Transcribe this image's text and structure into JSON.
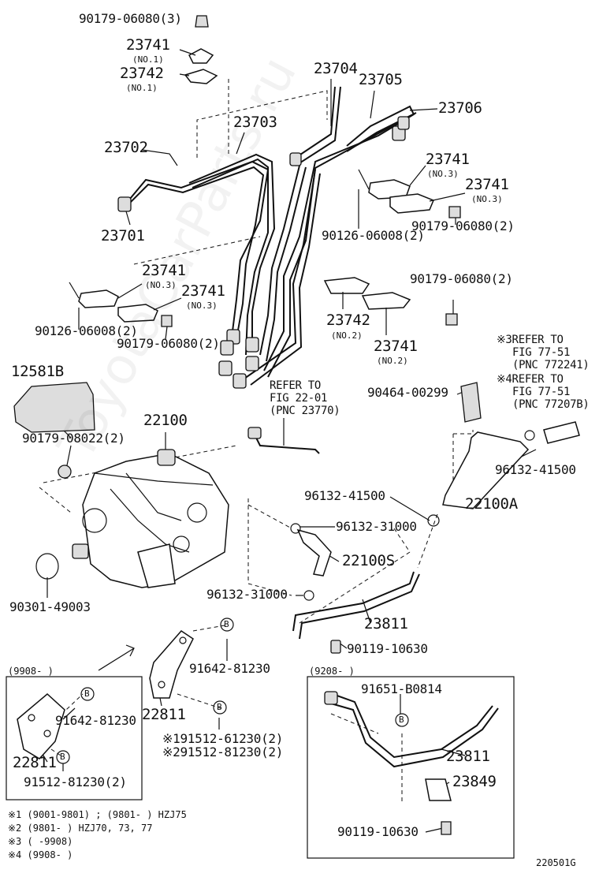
{
  "labels": {
    "p90179_06080_3": "90179-06080(3)",
    "p23741_a": "23741",
    "no1_a": "(NO.1)",
    "p23742_a": "23742",
    "no1_b": "(NO.1)",
    "p23704": "23704",
    "p23705": "23705",
    "p23706": "23706",
    "p23703": "23703",
    "p23702": "23702",
    "p23701": "23701",
    "p23741_b": "23741",
    "no3_a": "(NO.3)",
    "p23741_c": "23741",
    "no3_b": "(NO.3)",
    "p90126_06008_a": "90126-06008(2)",
    "p90179_06080_a": "90179-06080(2)",
    "p23741_d": "23741",
    "no3_c": "(NO.3)",
    "p23741_e": "23741",
    "no3_d": "(NO.3)",
    "p90126_06008_b": "90126-06008(2)",
    "p90179_06080_b": "90179-06080(2)",
    "p90179_06080_c": "90179-06080(2)",
    "p23742_b": "23742",
    "no2_a": "(NO.2)",
    "p23741_f": "23741",
    "no2_b": "(NO.2)",
    "ref1_l1": "※3REFER TO",
    "ref1_l2": "FIG 77-51",
    "ref1_l3": "(PNC 772241)",
    "ref2_l1": "※4REFER TO",
    "ref2_l2": "FIG 77-51",
    "ref2_l3": "(PNC 77207B)",
    "p12581B": "12581B",
    "ref3_l1": "REFER TO",
    "ref3_l2": "FIG 22-01",
    "ref3_l3": "(PNC 23770)",
    "p90464_00299": "90464-00299",
    "p90179_08022": "90179-08022(2)",
    "p22100": "22100",
    "p96132_41500_a": "96132-41500",
    "p96132_41500_b": "96132-41500",
    "p22100A": "22100A",
    "p96132_31000_a": "96132-31000",
    "p22100S": "22100S",
    "p90301_49003": "90301-49003",
    "p96132_31000_b": "96132-31000",
    "p23811_a": "23811",
    "p90119_10630_a": "90119-10630",
    "p91642_81230_a": "91642-81230",
    "p22811_a": "22811",
    "p91512_61230": "※191512-61230(2)",
    "p91512_81230_a": "※291512-81230(2)",
    "box1_range": "(9908-      )",
    "p91642_81230_b": "91642-81230",
    "p22811_b": "22811",
    "p91512_81230_b": "91512-81230(2)",
    "box2_range": "(9208-      )",
    "p91651_B0814": "91651-B0814",
    "p23811_b": "23811",
    "p23849": "23849",
    "p90119_10630_b": "90119-10630",
    "mark_b": "B"
  },
  "footnotes": [
    "※1 (9001-9801) ; (9801-       ) HZJ75",
    "※2 (9801-       ) HZJ70, 73, 77",
    "※3 (       -9908)",
    "※4 (9908-       )"
  ],
  "figure_id": "220501G",
  "watermark": "ToyotaCarParts.ru"
}
